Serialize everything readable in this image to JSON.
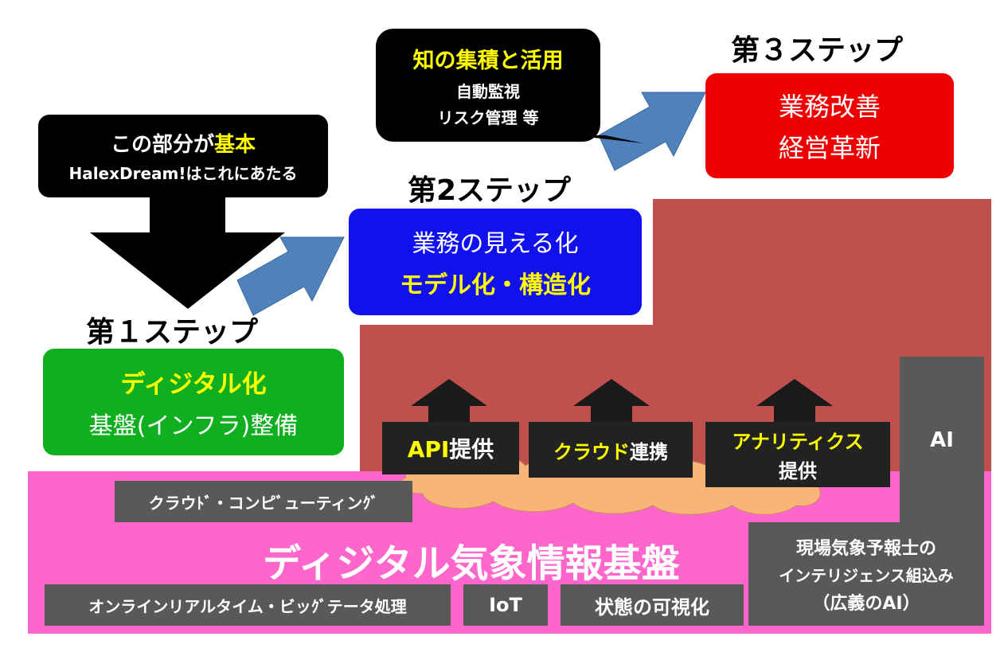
{
  "callout_basic": {
    "line1_prefix": "この部分が",
    "line1_highlight": "基本",
    "line2": "HalexDream!はこれにあたる"
  },
  "callout_knowledge": {
    "title": "知の集積と活用",
    "line2": "自動監視",
    "line3": "リスク管理 等"
  },
  "step1": {
    "title": "第１ステップ",
    "line1": "ディジタル化",
    "line2": "基盤(インフラ)整備",
    "color": "#0faf1f"
  },
  "step2": {
    "title": "第2ステップ",
    "line1": "業務の見える化",
    "line2": "モデル化・構造化",
    "color": "#1111ee"
  },
  "step3": {
    "title": "第３ステップ",
    "line1": "業務改善",
    "line2": "経営革新",
    "color": "#ee0000"
  },
  "services": {
    "api": {
      "prefix": "API",
      "suffix": "提供"
    },
    "cloud": {
      "prefix": "クラウド",
      "suffix": "連携"
    },
    "analytics": {
      "line1": "アナリティクス",
      "line2": "提供"
    }
  },
  "ai_label": "AI",
  "foundation": {
    "title": "ディジタル気象情報基盤",
    "cloud_computing": "クラウﾄﾞ・コンピﾞューティンｸﾞ",
    "realtime": "オンラインリアルタイム・ビッｸﾞテータ処理",
    "iot": "IoT",
    "visualization": "状態の可視化",
    "forecaster_line1": "現場気象予報士の",
    "forecaster_line2": "インテリジェンス組込み",
    "forecaster_line3": "（広義のAI）",
    "color": "#ff66cc"
  },
  "platform_color": "#c0504d",
  "arrow_color": "#4f81bd"
}
